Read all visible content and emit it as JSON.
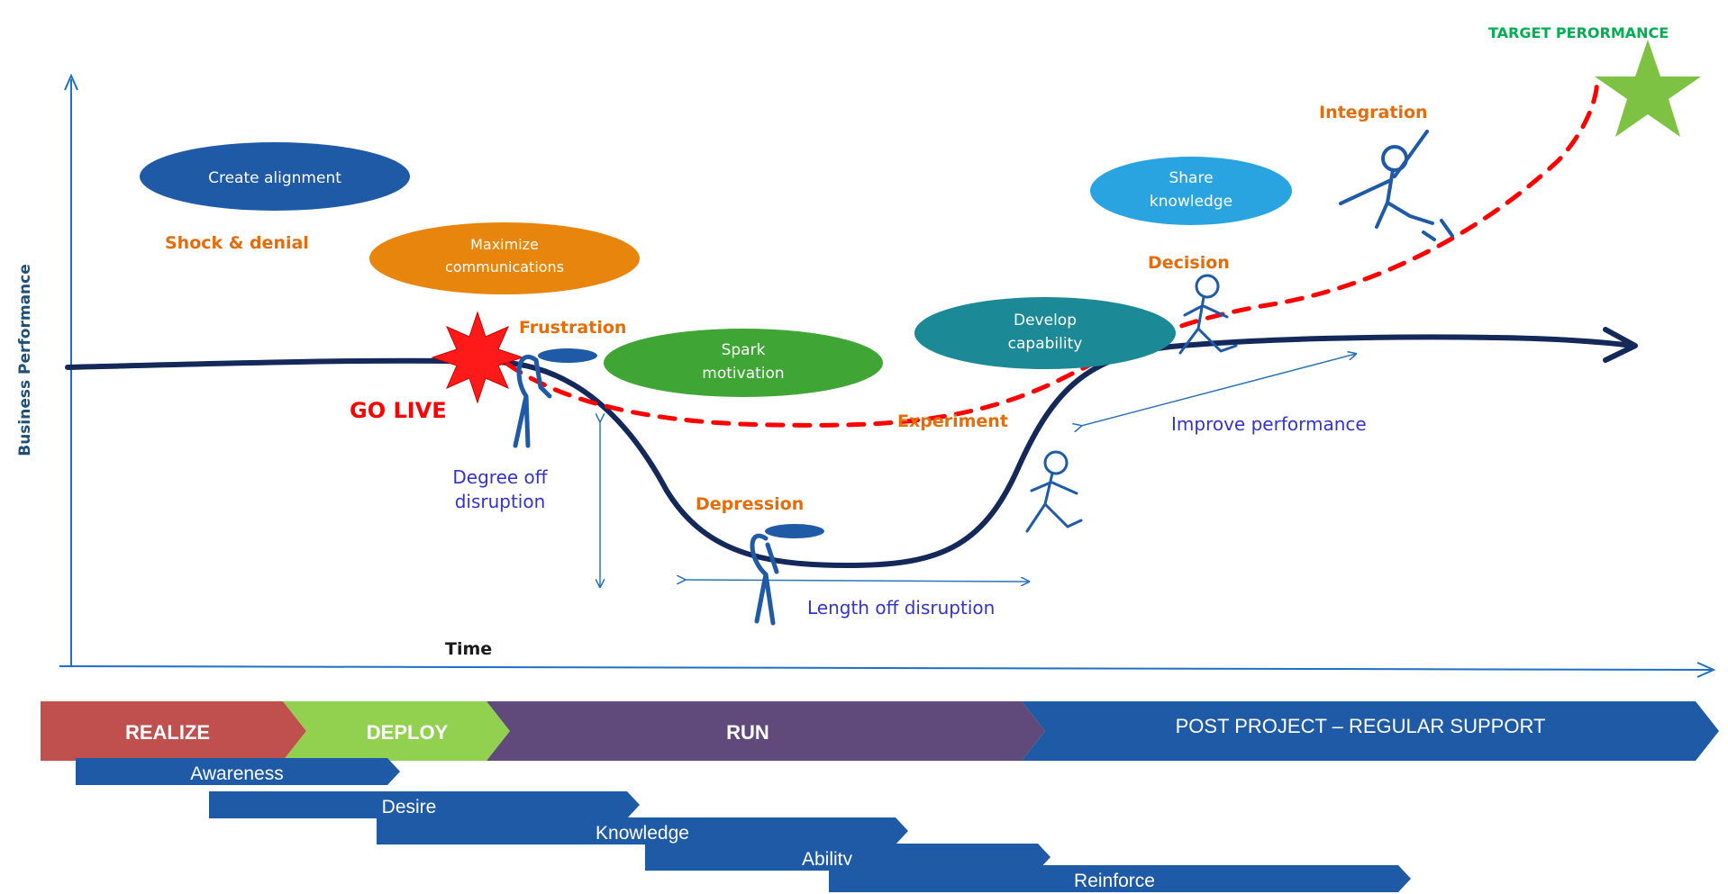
{
  "axes": {
    "y_label": "Business  Performance",
    "x_label": "Time"
  },
  "target_label": "TARGET PERORMANCE",
  "go_live_label": "GO LIVE",
  "emotions": {
    "shock": "Shock & denial",
    "frustration": "Frustration",
    "depression": "Depression",
    "experiment": "Experiment",
    "decision": "Decision",
    "integration": "Integration"
  },
  "actions": {
    "alignment": "Create alignment",
    "communications": [
      "Maximize",
      "communications"
    ],
    "motivation": [
      "Spark",
      "motivation"
    ],
    "capability": [
      "Develop",
      "capability"
    ],
    "knowledge": [
      "Share",
      "knowledge"
    ]
  },
  "disruption": {
    "degree": [
      "Degree off",
      "disruption"
    ],
    "length": "Length off disruption",
    "improve": "Improve performance"
  },
  "phases": [
    {
      "label": "REALIZE",
      "color": "#c0504d"
    },
    {
      "label": "DEPLOY",
      "color": "#92d050"
    },
    {
      "label": "RUN",
      "color": "#604a7b"
    },
    {
      "label": "POST PROJECT – REGULAR SUPPORT",
      "color": "#1f5aa6"
    }
  ],
  "adkar": [
    "Awareness",
    "Desire",
    "Knowledge",
    "Ability",
    "Reinforce"
  ],
  "colors": {
    "curve": "#14285a",
    "dashed_curve": "#ff0000",
    "emotion_text": "#e46c0a",
    "note_text": "#3333cc",
    "go_live": "#ff0000",
    "target": "#00b050",
    "star": "#7dc242",
    "axis": "#1f6fc4"
  },
  "icons": {
    "go_live_burst": "red-burst-icon",
    "target_star": "green-star-icon",
    "figures": [
      "frustrated-figure-icon",
      "depressed-figure-icon",
      "running-figure-icon",
      "running-figure-icon",
      "jumping-figure-icon"
    ]
  }
}
